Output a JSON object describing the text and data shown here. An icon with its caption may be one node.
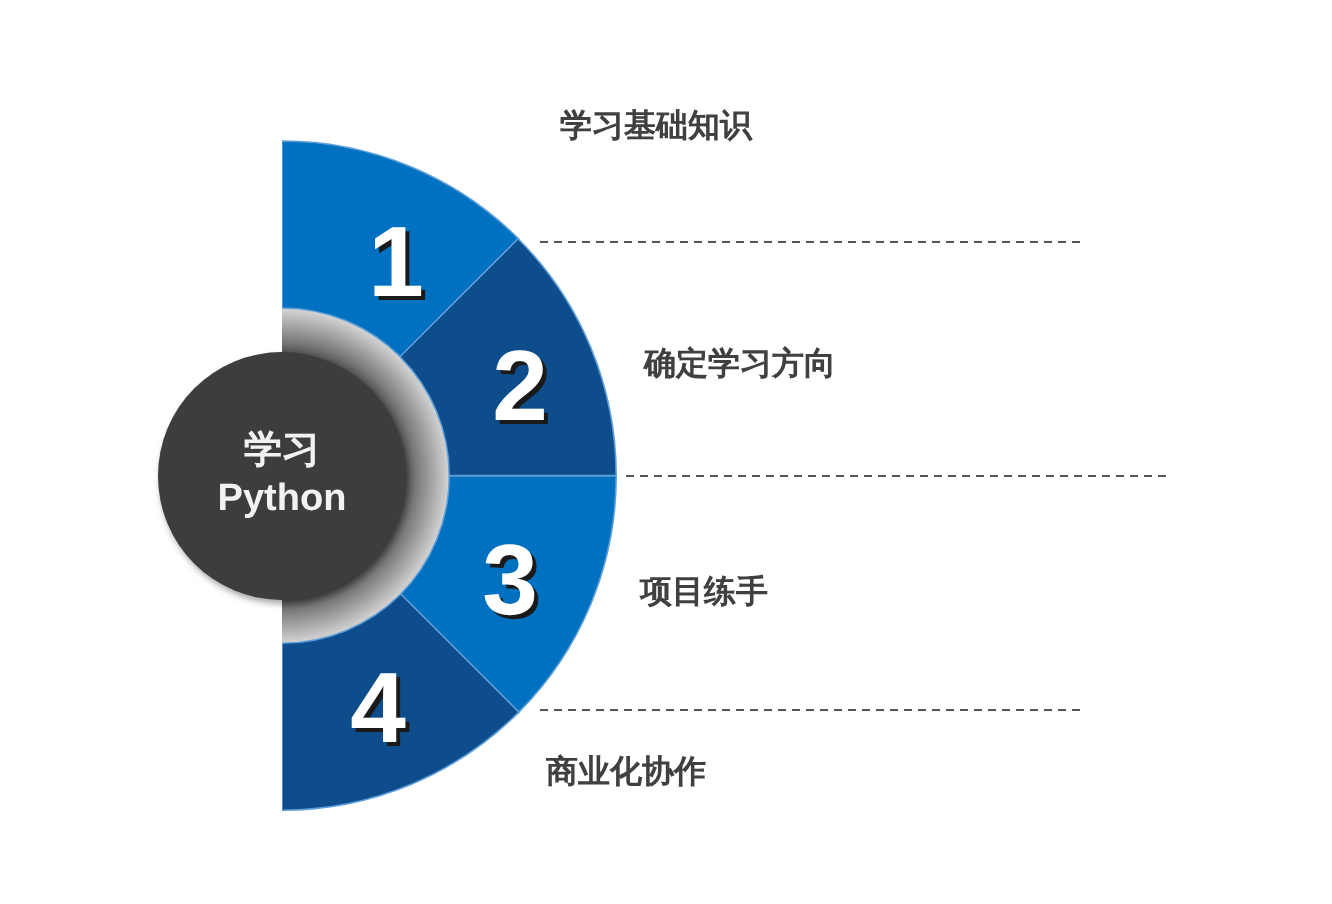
{
  "diagram": {
    "nodes": [
      {
        "text": [
          "学习 Python"
        ]
      },
      {
        "text": [],
        "shape": "semicircle"
      },
      {
        "text": [
          "1"
        ],
        "beside": [
          "学习基础知识"
        ]
      },
      {
        "text": [
          "2"
        ],
        "beside": [
          "确定学习方向"
        ]
      },
      {
        "text": [
          "3"
        ],
        "beside": [
          "项目练手"
        ]
      },
      {
        "text": [
          "4"
        ],
        "beside": [
          "商业化协作"
        ]
      }
    ]
  }
}
